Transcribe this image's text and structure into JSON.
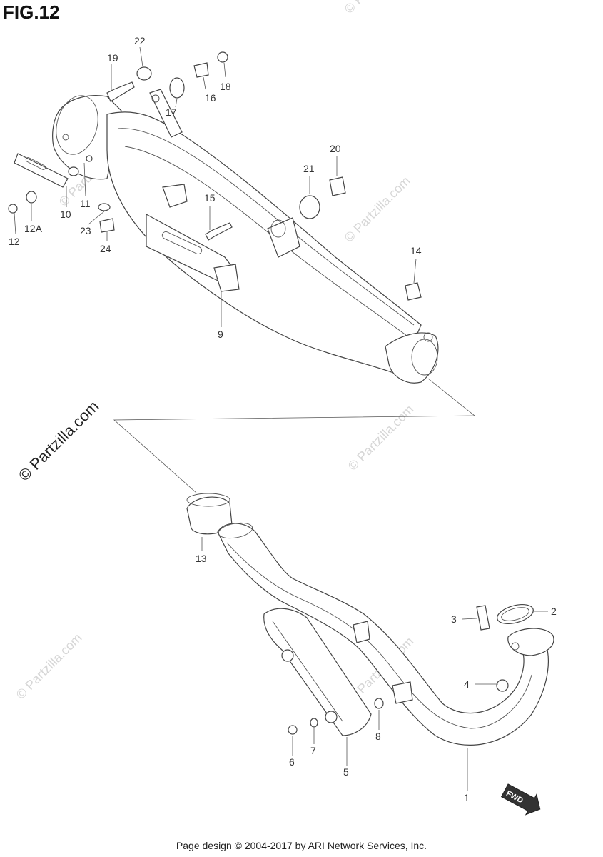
{
  "figure": {
    "title": "FIG.12"
  },
  "callouts": [
    {
      "id": "19",
      "label": "19"
    },
    {
      "id": "22",
      "label": "22"
    },
    {
      "id": "16",
      "label": "16"
    },
    {
      "id": "18",
      "label": "18"
    },
    {
      "id": "17",
      "label": "17"
    },
    {
      "id": "20",
      "label": "20"
    },
    {
      "id": "21",
      "label": "21"
    },
    {
      "id": "10",
      "label": "10"
    },
    {
      "id": "11",
      "label": "11"
    },
    {
      "id": "12A",
      "label": "12A"
    },
    {
      "id": "12",
      "label": "12"
    },
    {
      "id": "23",
      "label": "23"
    },
    {
      "id": "24",
      "label": "24"
    },
    {
      "id": "15",
      "label": "15"
    },
    {
      "id": "14",
      "label": "14"
    },
    {
      "id": "9",
      "label": "9"
    },
    {
      "id": "13",
      "label": "13"
    },
    {
      "id": "3",
      "label": "3"
    },
    {
      "id": "2",
      "label": "2"
    },
    {
      "id": "4",
      "label": "4"
    },
    {
      "id": "6",
      "label": "6"
    },
    {
      "id": "7",
      "label": "7"
    },
    {
      "id": "8",
      "label": "8"
    },
    {
      "id": "5",
      "label": "5"
    },
    {
      "id": "1",
      "label": "1"
    }
  ],
  "direction_badge": {
    "label": "FWD"
  },
  "watermark": {
    "text": "© Partzilla.com"
  },
  "footer": {
    "text": "Page design © 2004-2017 by ARI Network Services, Inc."
  }
}
